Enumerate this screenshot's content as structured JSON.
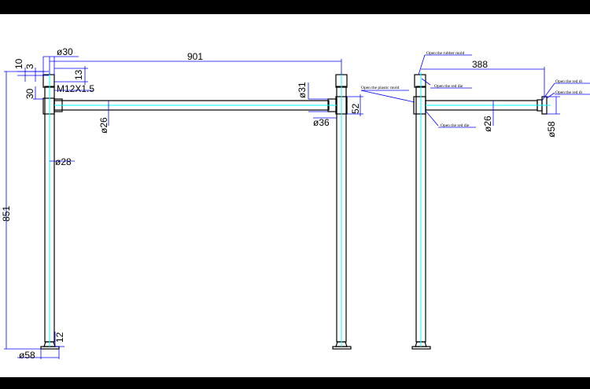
{
  "dimensions": {
    "d30": "ø30",
    "d10": "10",
    "d3": "3",
    "d13": "13",
    "d30v": "30",
    "thread": "M12X1.5",
    "d901": "901",
    "d31": "ø31",
    "d52": "52",
    "d36": "ø36",
    "d26a": "ø26",
    "d28": "ø28",
    "d851": "851",
    "d12": "12",
    "d58a": "ø58",
    "d388": "388",
    "d26b": "ø26",
    "d58b": "ø58"
  },
  "notes": {
    "rubber": "Open the rubber mold",
    "plastic": "Open the plastic mold",
    "red_a": "Open the red die",
    "red_b": "Open the red die",
    "red_c": "Open the red di",
    "red_d": "Open the red di"
  },
  "colors": {
    "dimension_line": "#0000ff",
    "centerline": "#00ffff",
    "outline": "#000000",
    "background": "#ffffff"
  }
}
